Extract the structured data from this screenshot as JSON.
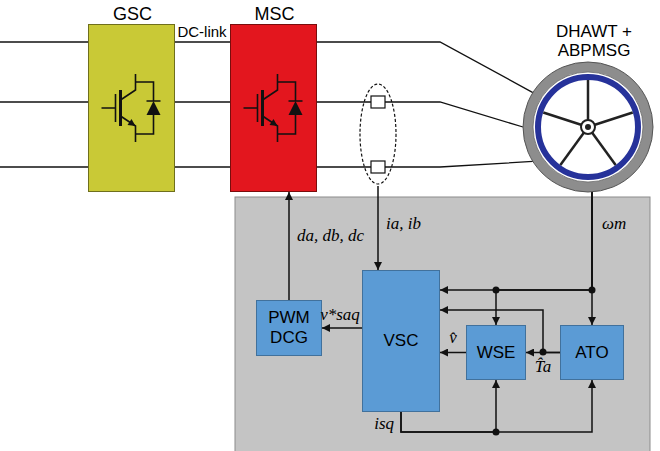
{
  "diagram": {
    "nodes": [
      {
        "text": [
          "GSC"
        ]
      },
      {
        "text": [
          "MSC"
        ]
      },
      {
        "text": [
          "DHAWT + ABPMSG"
        ]
      },
      {
        "text": [
          "PWM DCG"
        ]
      },
      {
        "text": [
          "VSC"
        ]
      },
      {
        "text": [
          "WSE"
        ]
      },
      {
        "text": [
          "ATO"
        ]
      }
    ],
    "edges": [
      {
        "from": 0,
        "to": 1,
        "arrow": "none",
        "label": "DC-link"
      },
      {
        "from": 0,
        "to": 1,
        "arrow": "none"
      },
      {
        "from": 0,
        "to": 1,
        "arrow": "none"
      },
      {
        "from": 1,
        "to": 2,
        "arrow": "none"
      },
      {
        "from": 1,
        "to": 2,
        "arrow": "none"
      },
      {
        "from": 1,
        "to": 2,
        "arrow": "none"
      },
      {
        "from": 3,
        "to": 1,
        "arrow": "to",
        "label": "da, db, dc"
      },
      {
        "from": 4,
        "to": 3,
        "arrow": "to",
        "label": "v*saq"
      },
      {
        "from": 5,
        "to": 4,
        "arrow": "to",
        "label": "v̂"
      },
      {
        "from": 6,
        "to": 5,
        "arrow": "to",
        "label": "T̂a"
      },
      {
        "from": 6,
        "to": 4,
        "arrow": "to"
      },
      {
        "from": 2,
        "to": 6,
        "arrow": "to",
        "label": "ωm"
      },
      {
        "from": 2,
        "to": 4,
        "arrow": "to"
      },
      {
        "from": 2,
        "to": 5,
        "arrow": "to"
      },
      {
        "from": 4,
        "to": 5,
        "arrow": "to",
        "label": "isq"
      },
      {
        "from": 4,
        "to": 6,
        "arrow": "to"
      }
    ],
    "labels": [
      "ia, ib"
    ]
  }
}
